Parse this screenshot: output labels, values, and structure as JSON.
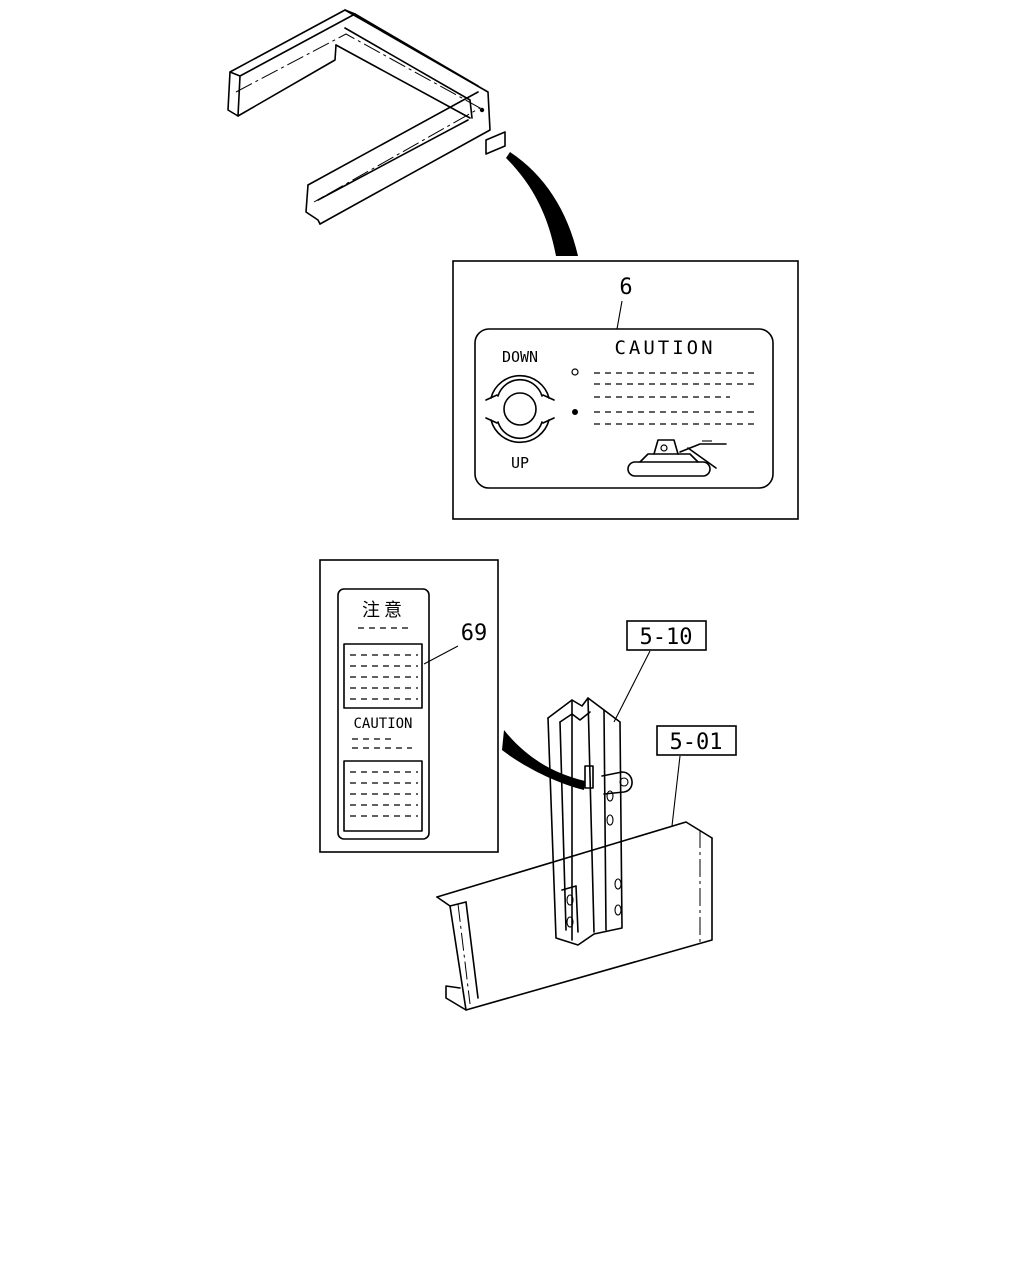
{
  "labels": {
    "decal_6": {
      "callout": "6",
      "heading": "CAUTION",
      "top_word": "DOWN",
      "bottom_word": "UP"
    },
    "decal_69": {
      "callout": "69",
      "kanji_heading": "注意",
      "english_heading": "CAUTION"
    },
    "ref_5_10": "5-10",
    "ref_5_01": "5-01"
  }
}
